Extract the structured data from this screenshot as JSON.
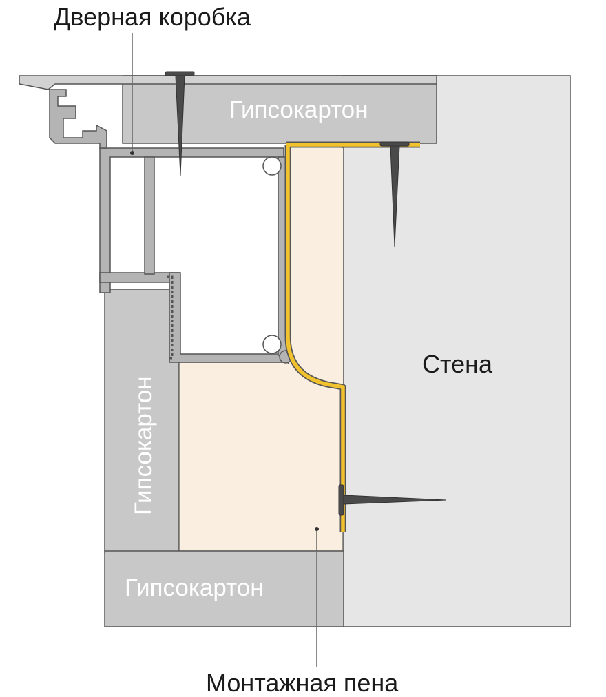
{
  "labels": {
    "door_frame": "Дверная коробка",
    "drywall_top": "Гипсокартон",
    "drywall_side": "Гипсокартон",
    "drywall_bottom": "Гипсокартон",
    "wall": "Стена",
    "foam": "Монтажная пена"
  },
  "colors": {
    "wall": "#e6e6e6",
    "drywall": "#c8c8c8",
    "foam": "#faeee0",
    "profile": "#b4b4b4",
    "trim": "#f2c12e",
    "screw": "#4a4a4a",
    "stroke": "#555555"
  }
}
